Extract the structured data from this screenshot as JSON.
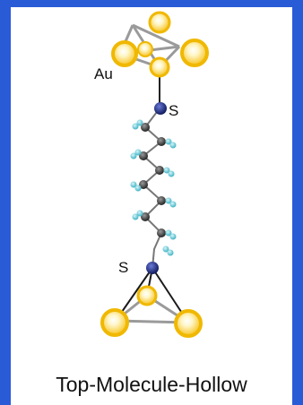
{
  "labels": {
    "gold": "Au",
    "sulfur_top": "S",
    "sulfur_bottom": "S"
  },
  "caption": "Top-Molecule-Hollow",
  "colors": {
    "frame": "#2a5bd7",
    "panel": "#ffffff",
    "gold_atom": "#f7c21b",
    "sulfur_atom": "#1b2a7a",
    "carbon_atom": "#3a3a3a",
    "hydrogen_atom": "#5fc9d6",
    "bond": "#8a8a8a"
  }
}
